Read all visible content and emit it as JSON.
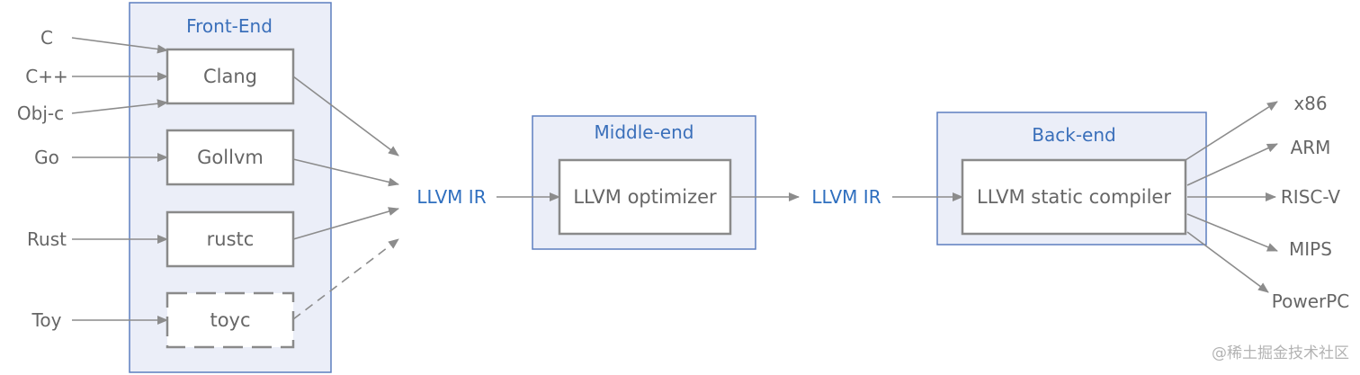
{
  "source_languages": [
    "C",
    "C++",
    "Obj-c",
    "Go",
    "Rust",
    "Toy"
  ],
  "front_end": {
    "title": "Front-End",
    "tools": [
      "Clang",
      "Gollvm",
      "rustc",
      "toyc"
    ]
  },
  "ir_left": "LLVM IR",
  "middle_end": {
    "title": "Middle-end",
    "tool": "LLVM optimizer"
  },
  "ir_right": "LLVM IR",
  "back_end": {
    "title": "Back-end",
    "tool": "LLVM static compiler"
  },
  "targets": [
    "x86",
    "ARM",
    "RISC-V",
    "MIPS",
    "PowerPC"
  ],
  "watermark": "@稀土掘金技术社区",
  "colors": {
    "group_fill": "#ebeef8",
    "group_border": "#5d7ebf",
    "title_blue": "#3a6fba",
    "ir_blue": "#2f6fbf",
    "text_gray": "#666666",
    "arrow_gray": "#8c8c8c"
  }
}
